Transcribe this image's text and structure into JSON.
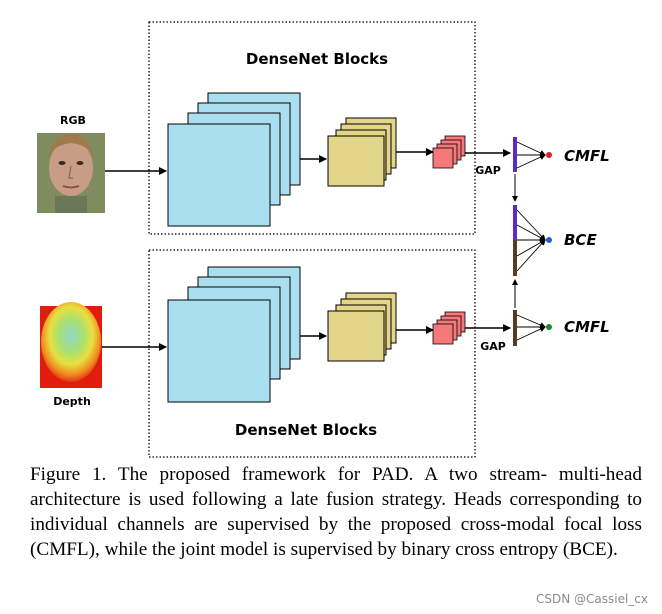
{
  "diagram": {
    "top_block_title": "DenseNet Blocks",
    "bottom_block_title": "DenseNet Blocks",
    "rgb_label": "RGB",
    "depth_label": "Depth",
    "gap_top": "GAP",
    "gap_bottom": "GAP",
    "head_top": "CMFL",
    "head_middle": "BCE",
    "head_bottom": "CMFL",
    "colors": {
      "large_block": "#aadff0",
      "mid_block": "#e3d58a",
      "small_block": "#f5787a",
      "feature_purple": "#5b2bc4",
      "feature_brown": "#5c3a22",
      "dot_red": "#e02020",
      "dot_blue": "#2060e0",
      "dot_green": "#1a8a30"
    },
    "icons": {
      "rgb_image": "face-photo",
      "depth_image": "depth-map"
    }
  },
  "caption": {
    "text": "Figure 1. The proposed framework for PAD. A two stream- multi-head architecture is used following a late fusion strategy. Heads corresponding to individual channels are supervised by the proposed cross-modal focal loss (CMFL), while the joint model is supervised by binary cross entropy (BCE)."
  },
  "watermark": "CSDN @Cassiel_cx"
}
